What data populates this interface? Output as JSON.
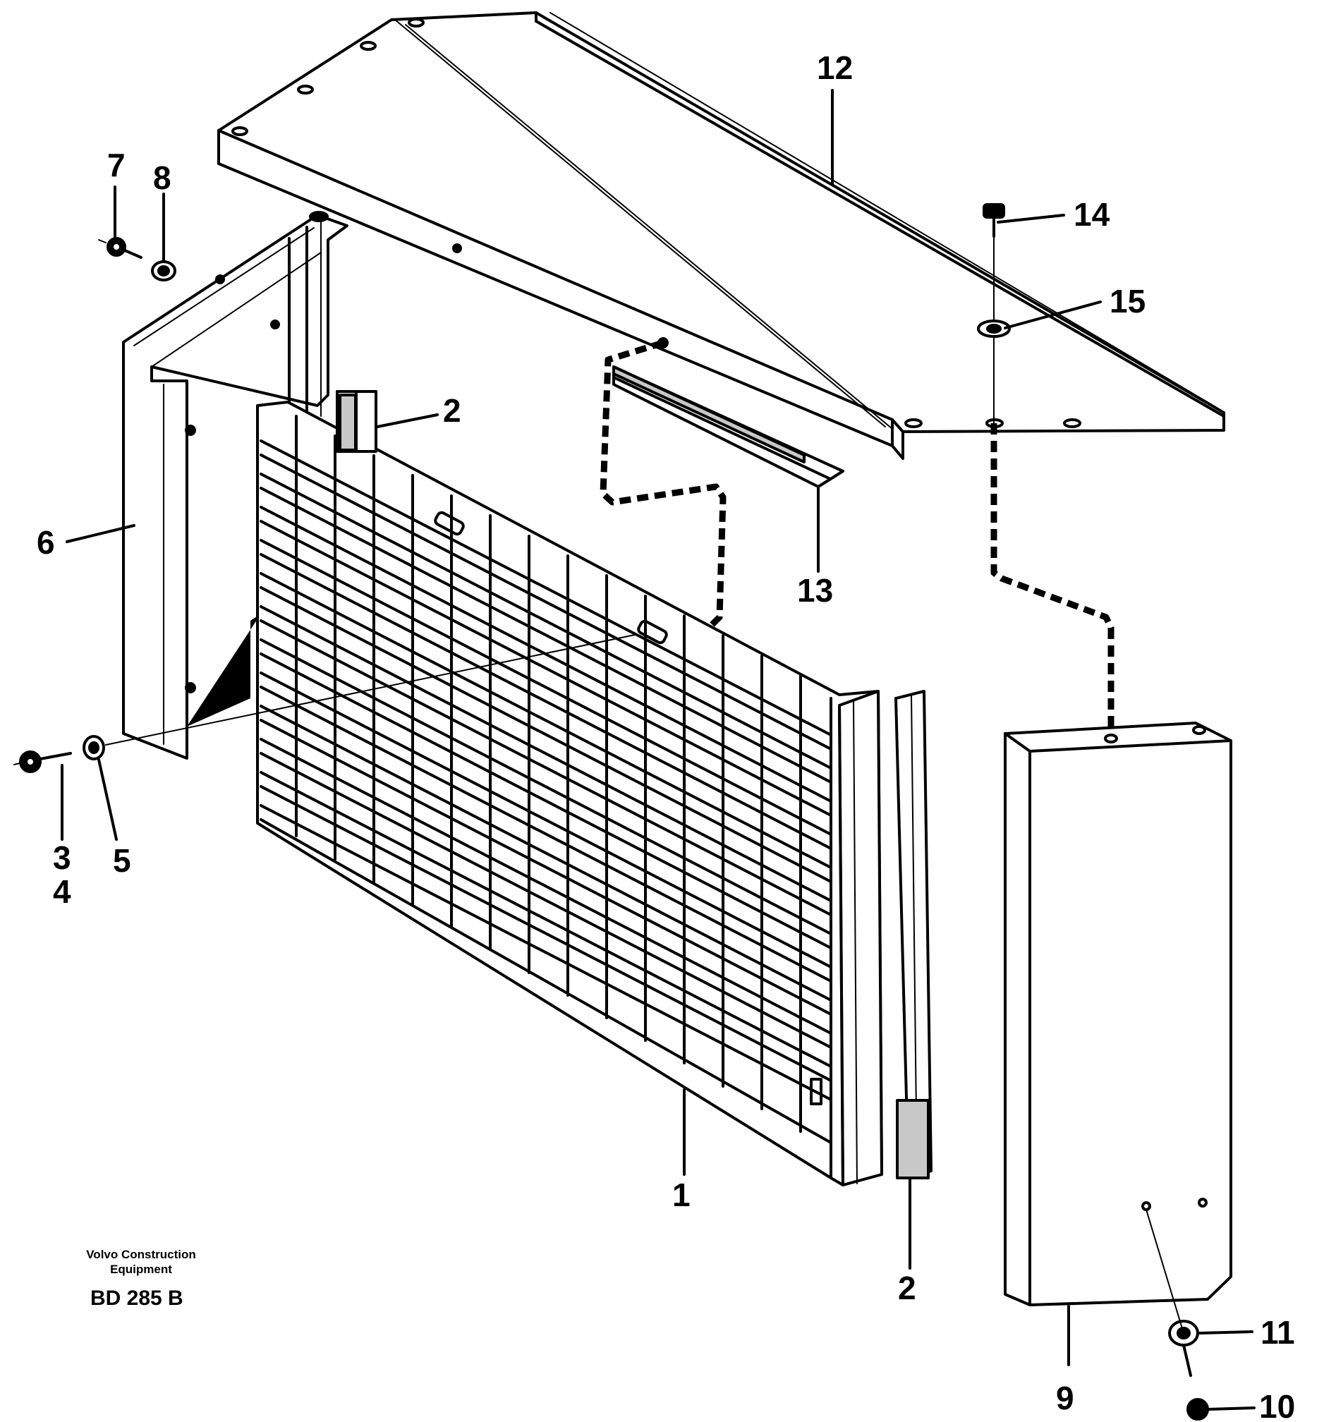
{
  "figure": {
    "manufacturer_line1": "Volvo Construction",
    "manufacturer_line2": "Equipment",
    "drawing_code": "BD 285 B"
  },
  "callouts": {
    "c1": "1",
    "c2a": "2",
    "c2b": "2",
    "c3": "3",
    "c4": "4",
    "c5": "5",
    "c6": "6",
    "c7": "7",
    "c8": "8",
    "c9": "9",
    "c10": "10",
    "c11": "11",
    "c12": "12",
    "c13": "13",
    "c14": "14",
    "c15": "15"
  }
}
